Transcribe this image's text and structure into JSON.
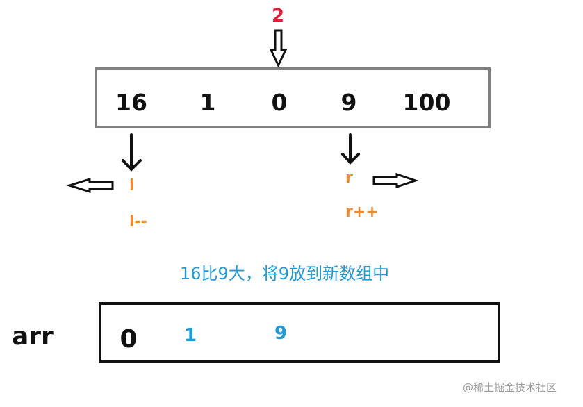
{
  "pivot": {
    "label": "2",
    "color": "#e0203a"
  },
  "array": {
    "values": [
      "16",
      "1",
      "0",
      "9",
      "100"
    ]
  },
  "pointers": {
    "left": {
      "label": "l",
      "step": "l--",
      "color": "#f08a2a"
    },
    "right": {
      "label": "r",
      "step": "r++",
      "color": "#f08a2a"
    }
  },
  "caption": {
    "text": "16比9大，将9放到新数组中",
    "color": "#1e9ad6"
  },
  "result": {
    "label": "arr",
    "first": "0",
    "values": [
      "1",
      "9"
    ],
    "value_color": "#1e9ad6"
  },
  "watermark": {
    "text": "@稀土掘金技术社区",
    "color": "#9a9a9a"
  },
  "icons": {
    "pivot_arrow": "down-outline-arrow-icon",
    "left_down": "down-arrow-icon",
    "right_down": "down-arrow-icon",
    "left_direction": "left-outline-arrow-icon",
    "right_direction": "right-outline-arrow-icon"
  }
}
